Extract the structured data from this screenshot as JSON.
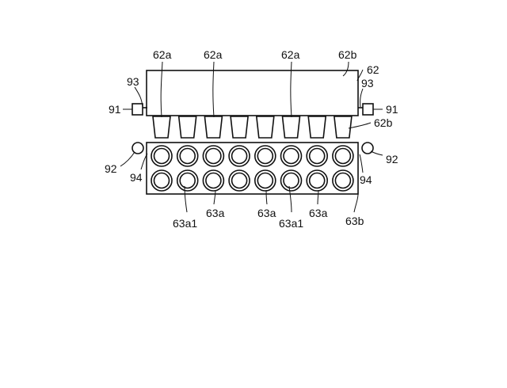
{
  "figure": {
    "labels": {
      "top_62a_1": "62a",
      "top_62a_2": "62a",
      "top_62a_3": "62a",
      "top_62b": "62b",
      "right_62": "62",
      "left_93": "93",
      "right_93": "93",
      "left_91": "91",
      "right_91": "91",
      "right_62b": "62b",
      "left_92": "92",
      "right_92": "92",
      "left_94": "94",
      "right_94": "94",
      "bottom_63a1_1": "63a1",
      "bottom_63a_1": "63a",
      "bottom_63a_2": "63a",
      "bottom_63a1_2": "63a1",
      "bottom_63a_3": "63a",
      "bottom_63b": "63b"
    },
    "counts": {
      "nozzles": 8,
      "well_columns": 8,
      "well_rows": 2
    }
  }
}
